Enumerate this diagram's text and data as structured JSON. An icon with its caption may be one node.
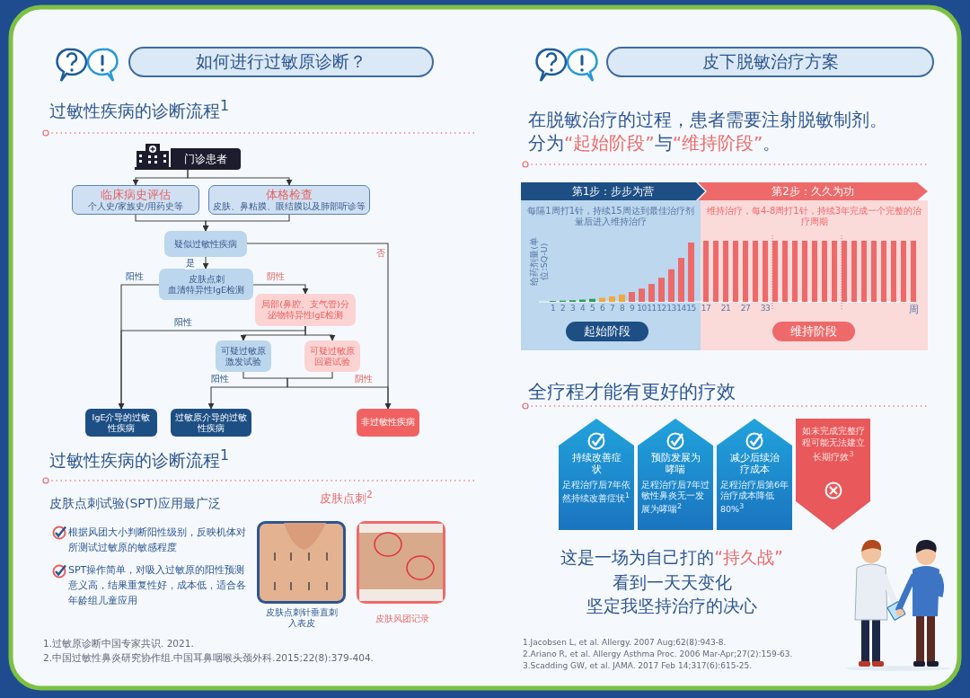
{
  "diagram": {
    "nodes": [
      {
        "text": [
          "门诊患者"
        ]
      },
      {
        "text": [
          "临床病史评估",
          "个人史/家族史/用药史等"
        ]
      },
      {
        "text": [
          "体格检查",
          "皮肤、鼻粘膜、眼结膜以及肺部听诊等"
        ]
      },
      {
        "text": [
          "疑似过敏性疾病"
        ]
      },
      {
        "text": [
          "皮肤点刺",
          "血清特异性IgE检测"
        ]
      },
      {
        "text": [
          "局部(鼻腔、支气管)分泌物特异性IgE检测"
        ]
      },
      {
        "text": [
          "可疑过敏原激发试验"
        ]
      },
      {
        "text": [
          "可疑过敏原回避试验"
        ]
      },
      {
        "text": [
          "IgE介导的过敏性疾病"
        ]
      },
      {
        "text": [
          "过敏原介导的过敏性疾病"
        ]
      },
      {
        "text": [
          "非过敏性疾病"
        ]
      },
      {
        "text": [
          "如何进行过敏原诊断？"
        ]
      },
      {
        "text": [
          "皮下脱敏治疗方案"
        ]
      },
      {
        "text": [
          "第1步：步步为营"
        ]
      },
      {
        "text": [
          "第2步：久久为功"
        ]
      },
      {
        "text": [
          "每隔1周打1针，持续15周达到最佳治疗剂量后进入维持治疗"
        ]
      },
      {
        "text": [
          "维持治疗，每4-8周打1针，持续3年完成一个完整的治疗周期"
        ]
      },
      {
        "text": [
          "起始阶段"
        ],
        "in": 15
      },
      {
        "text": [
          "维持阶段"
        ],
        "in": 16
      },
      {
        "text": [
          "持续改善症状",
          "足程治疗后7年依然持续改善症状$^{1}$"
        ]
      },
      {
        "text": [
          "预防发展为哮喘",
          "足程治疗后7年过敏性鼻炎无一发展为哮喘$^{2}$"
        ]
      },
      {
        "text": [
          "减少后续治疗成本",
          "足程治疗后第6年治疗成本降低80%$^{3}$"
        ]
      },
      {
        "text": [
          "如未完成完整疗程可能无法建立长期疗效$^{3}$"
        ]
      }
    ],
    "edges": [
      {
        "from": 0,
        "to": 1,
        "arrow": "to"
      },
      {
        "from": 0,
        "to": 2,
        "arrow": "to"
      },
      {
        "from": 1,
        "to": 3,
        "arrow": "to"
      },
      {
        "from": 2,
        "to": 3,
        "arrow": "to"
      },
      {
        "from": 3,
        "to": 4,
        "arrow": "to",
        "label": "是"
      },
      {
        "from": 3,
        "to": 10,
        "arrow": "to",
        "label": "否"
      },
      {
        "from": 4,
        "to": 8,
        "arrow": "to",
        "label": "阳性"
      },
      {
        "from": 4,
        "to": 5,
        "arrow": "to",
        "label": "阴性"
      },
      {
        "from": 5,
        "to": 8,
        "arrow": "to",
        "label": "阳性"
      },
      {
        "from": 5,
        "to": 6,
        "arrow": "to"
      },
      {
        "from": 5,
        "to": 7,
        "arrow": "to"
      },
      {
        "from": 6,
        "to": 9,
        "arrow": "to",
        "label": "阳性"
      },
      {
        "from": 7,
        "to": 10,
        "arrow": "to",
        "label": "阴性"
      }
    ],
    "labels": [
      "过敏性疾病的诊断流程$^{1}$",
      "过敏性疾病的诊断流程$^{1}$",
      "皮肤点刺试验(SPT)应用最广泛",
      "根据风团大小判断阳性级别，反映机体对所测试过敏原的敏感程度",
      "SPT操作简单，对吸入过敏原的阳性预测意义高，结果重复性好，成本低，适合各年龄组儿童应用",
      "皮肤点刺$^{2}$",
      "皮肤点刺针垂直刺入表皮",
      "皮肤风团记录",
      "1.过敏原诊断中国专家共识. 2021.",
      "2.中国过敏性鼻炎研究协作组.中国耳鼻咽喉头颈外科.2015;22(8):379-404.",
      "在脱敏治疗的过程，患者需要注射脱敏制剂。",
      "分为",
      "“起始阶段”",
      "与",
      "“维持阶段”",
      "。",
      "给药剂量(单位:SQ-U)",
      "1",
      "2",
      "3",
      "4",
      "5",
      "6",
      "7",
      "8",
      "9",
      "10",
      "11",
      "12",
      "13",
      "14",
      "15",
      "17",
      "21",
      "27",
      "33",
      "周",
      "全疗程才能有更好的疗效",
      "这是一场为自己打的",
      "“持久战”",
      "看到一天天变化",
      "坚定我坚持治疗的决心",
      "1.Jacobsen L, et al. Allergy. 2007 Aug;62(8):943-8.",
      "2.Ariano R, et al. Allergy Asthma Proc. 2006 Mar-Apr;27(2):159-63.",
      "3.Scadding GW, et al. JAMA. 2017 Feb 14;317(6):615-25."
    ]
  }
}
